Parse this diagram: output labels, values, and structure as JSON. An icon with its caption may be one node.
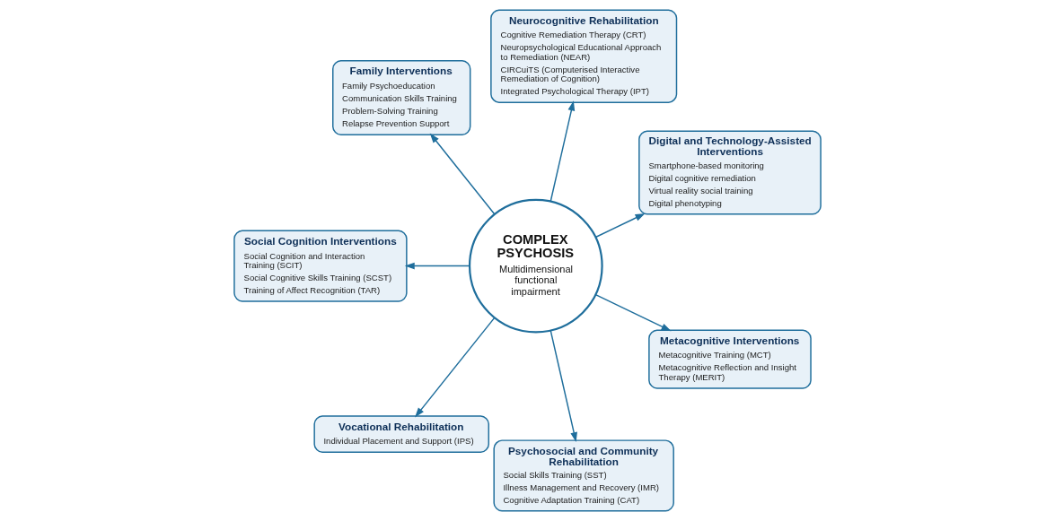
{
  "diagram": {
    "nodes": [
      {
        "text": [
          "COMPLEX PSYCHOSIS",
          "Multidimensional functional impairment"
        ]
      },
      {
        "text": [
          "Digital and Technology-Assisted Interventions",
          "Smartphone-based monitoring",
          "Digital cognitive remediation",
          "Virtual reality social training",
          "Digital phenotyping"
        ]
      },
      {
        "text": [
          "Neurocognitive Rehabilitation",
          "Cognitive Remediation Therapy (CRT)",
          "Neuropsychological Educational Approach to Remediation (NEAR)",
          "CIRCuiTS (Computerised Interactive Remediation of Cognition)",
          "Integrated Psychological Therapy (IPT)"
        ]
      },
      {
        "text": [
          "Family Interventions",
          "Family Psychoeducation",
          "Communication Skills Training",
          "Problem-Solving Training",
          "Relapse Prevention Support"
        ]
      },
      {
        "text": [
          "Social Cognition Interventions",
          "Social Cognition and Interaction Training (SCIT)",
          "Social Cognitive Skills Training (SCST)",
          "Training of Affect Recognition (TAR)"
        ]
      },
      {
        "text": [
          "Vocational Rehabilitation",
          "Individual Placement and Support (IPS)"
        ]
      },
      {
        "text": [
          "Psychosocial and Community Rehabilitation",
          "Social Skills Training (SST)",
          "Illness Management and Recovery (IMR)",
          "Cognitive Adaptation Training (CAT)"
        ]
      },
      {
        "text": [
          "Metacognitive Interventions",
          "Metacognitive Training (MCT)",
          "Metacognitive Reflection and Insight Therapy (MERIT)"
        ]
      }
    ],
    "edges": [
      {
        "from": 0,
        "to": 1,
        "arrow": "to"
      },
      {
        "from": 0,
        "to": 2,
        "arrow": "to"
      },
      {
        "from": 0,
        "to": 3,
        "arrow": "to"
      },
      {
        "from": 0,
        "to": 4,
        "arrow": "to"
      },
      {
        "from": 0,
        "to": 5,
        "arrow": "to"
      },
      {
        "from": 0,
        "to": 6,
        "arrow": "to"
      },
      {
        "from": 0,
        "to": 7,
        "arrow": "to"
      }
    ]
  }
}
